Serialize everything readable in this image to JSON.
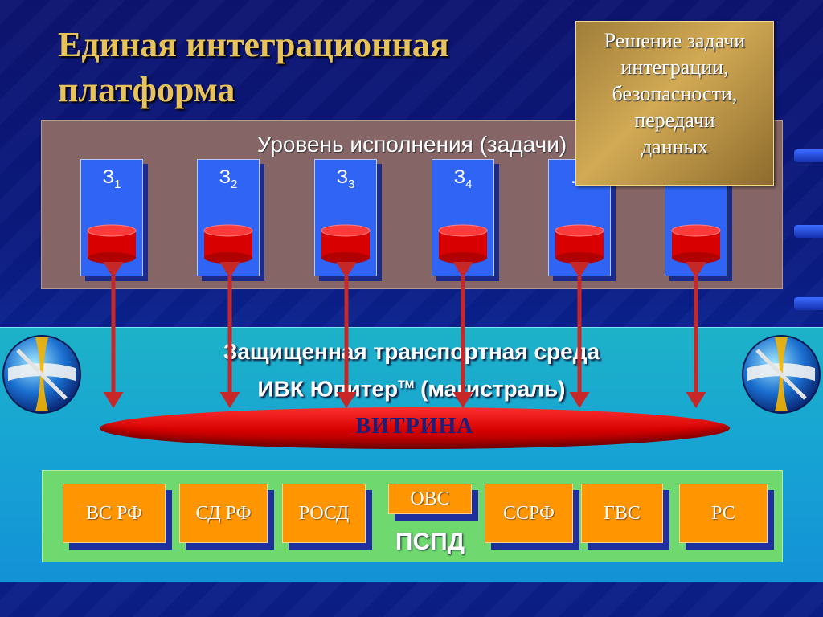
{
  "title": "Единая интеграционная платформа",
  "solution": {
    "lines": [
      "Решение задачи",
      "интеграции,",
      "безопасности,",
      "передачи",
      "данных"
    ]
  },
  "execution_level": {
    "title": "Уровень исполнения (задачи)",
    "tasks": [
      {
        "base": "З",
        "sub": "1"
      },
      {
        "base": "З",
        "sub": "2"
      },
      {
        "base": "З",
        "sub": "3"
      },
      {
        "base": "З",
        "sub": "4"
      },
      {
        "base": "…",
        "sub": ""
      },
      {
        "base": "",
        "sub": ""
      }
    ]
  },
  "transport": {
    "line1": "Защищенная транспортная среда",
    "line2_main": "ИВК Юпитер",
    "line2_tm": "ТМ",
    "line2_rest": " (магистраль)"
  },
  "vitrina": "ВИТРИНА",
  "pspd": {
    "label": "ПСПД",
    "items": [
      "ВС РФ",
      "СД РФ",
      "РОСД",
      "ОВС",
      "ССРФ",
      "ГВС",
      "РС"
    ]
  },
  "colors": {
    "title": "#e7c35a",
    "exec_panel": "#866566",
    "task_box": "#2f64f4",
    "cylinder": "#e30000",
    "vitrina": "#d60000",
    "pspd_panel": "#6fd96f",
    "org_box": "#ff9500",
    "band": "#17a3d4"
  }
}
